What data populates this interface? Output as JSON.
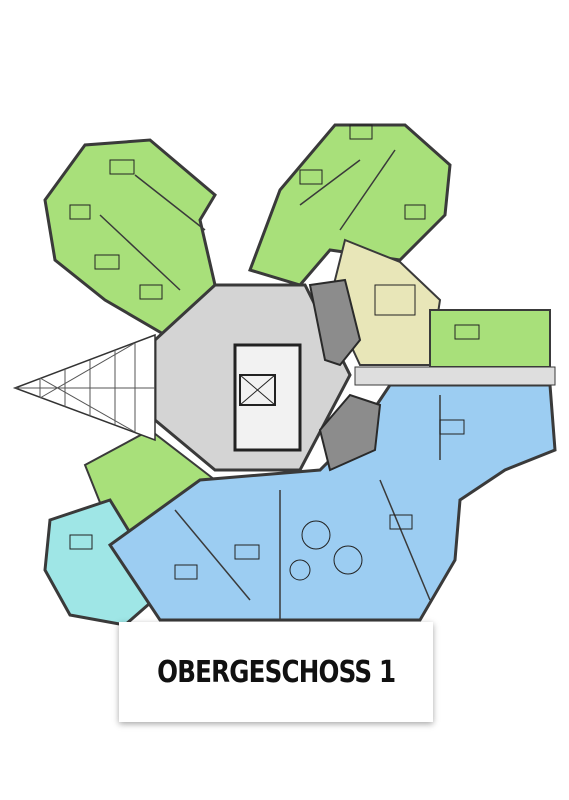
{
  "floor_plan": {
    "title": "OBERGESCHOSS 1",
    "colors": {
      "green_zone": "#a8e07a",
      "blue_zone": "#9ccdf2",
      "cyan_zone": "#9fe6e6",
      "beige_zone": "#e8e6b8",
      "core_gray": "#d4d4d4",
      "service_gray": "#8c8c8c",
      "wall": "#3a3a3a"
    },
    "zones": [
      "green-offices",
      "blue-offices",
      "cyan-offices",
      "meeting-room",
      "central-core",
      "stairwell",
      "sanitary-rooms",
      "glass-atrium"
    ]
  }
}
